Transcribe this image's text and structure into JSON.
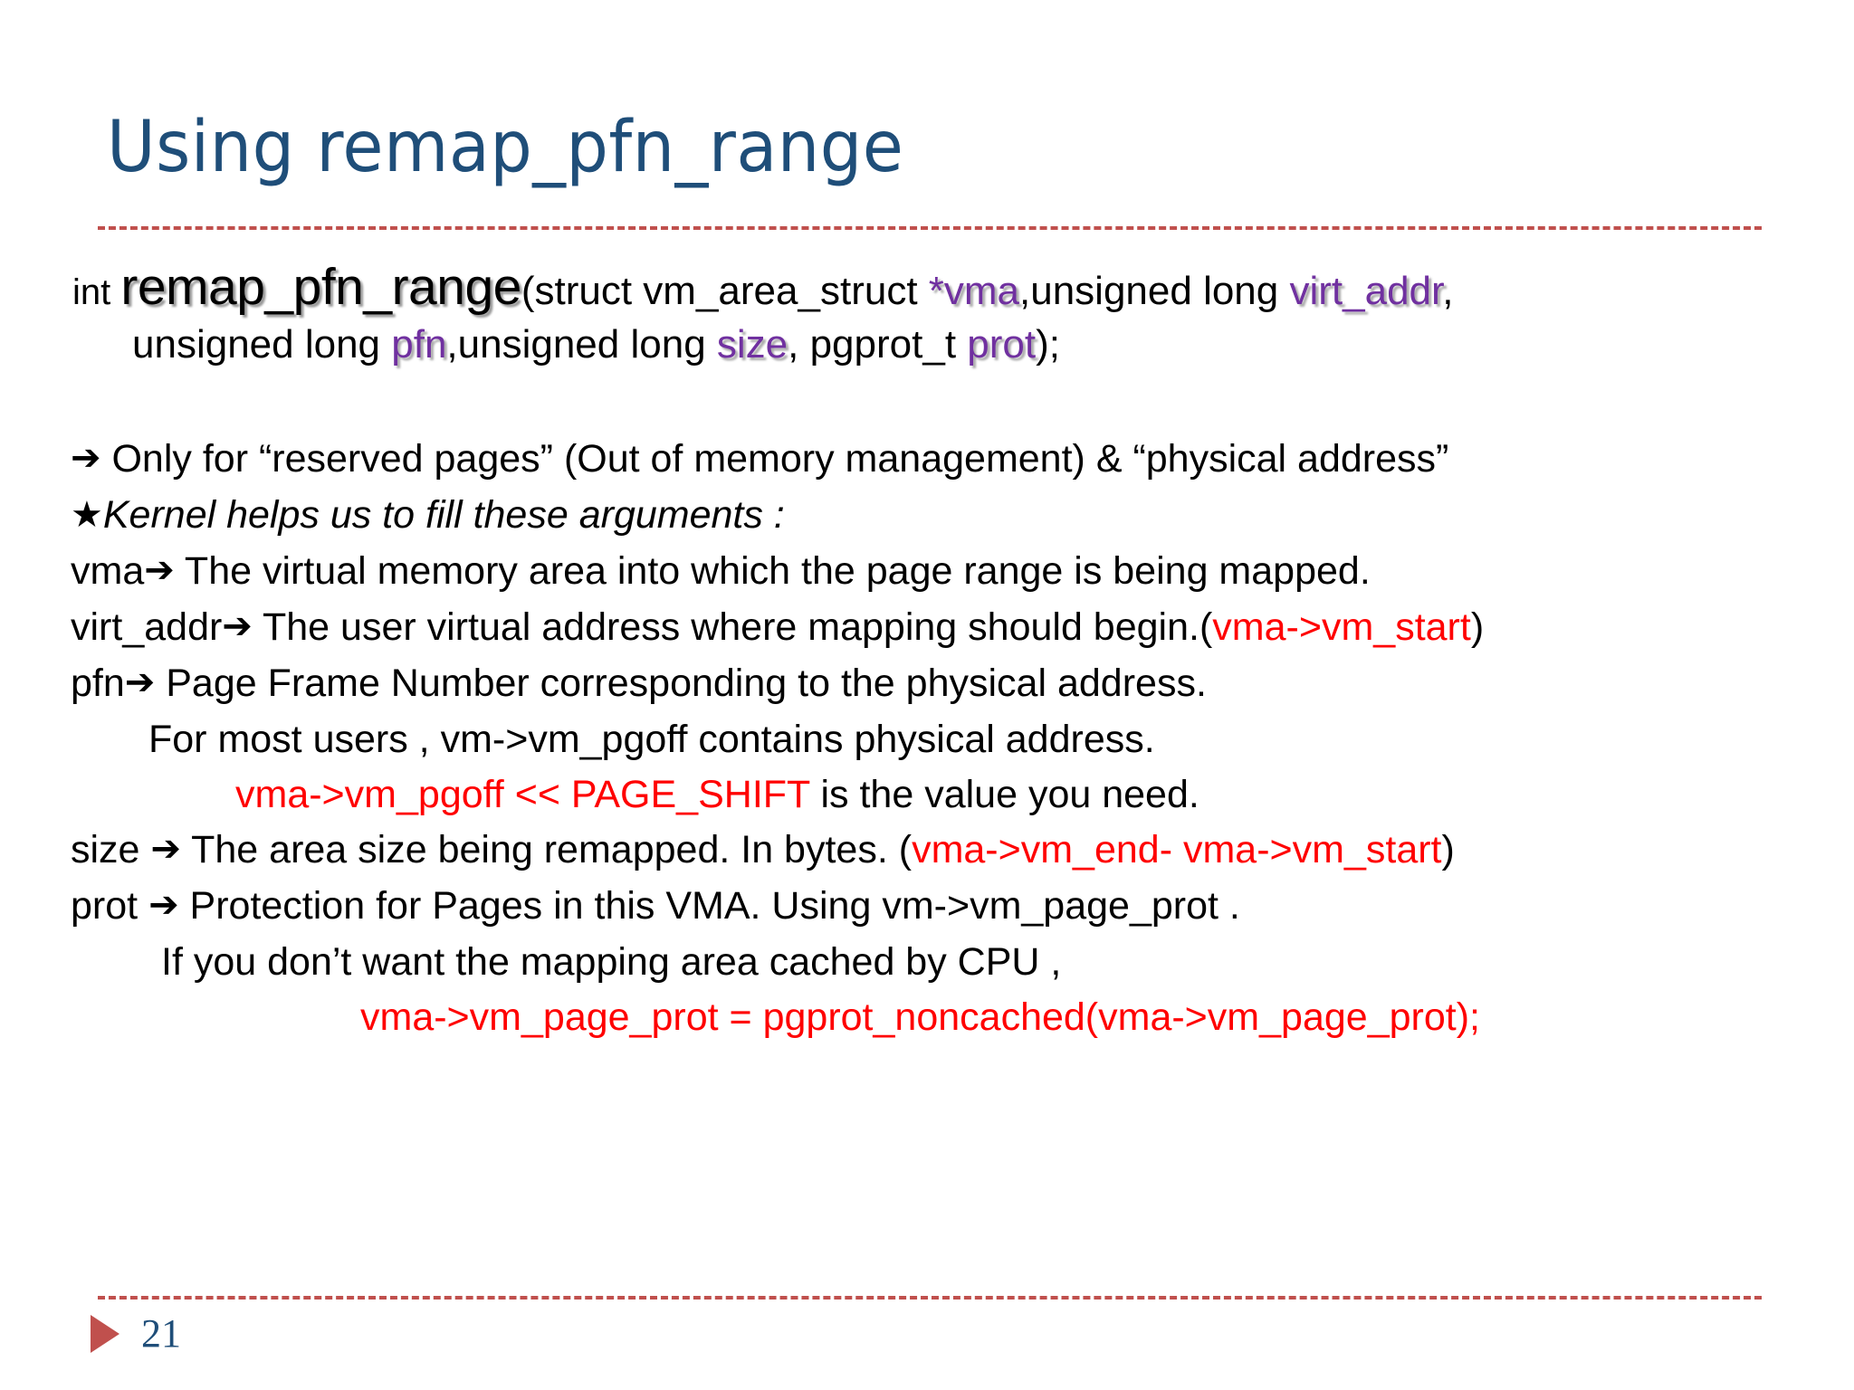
{
  "slide": {
    "title": "Using  remap_pfn_range",
    "page_number": "21",
    "accent_color": "#C0504D",
    "title_color": "#1F4E79",
    "param_color": "#7030A0",
    "code_color": "#FF0000"
  },
  "signature": {
    "return_type": "int ",
    "function_name": "remap_pfn_range",
    "open_paren": "(struct vm_area_struct ",
    "param_vma": "*vma",
    "after_vma": ",unsigned long ",
    "param_virt_addr": "virt_addr",
    "after_virt_addr": ",",
    "line2_pre_pfn": "unsigned long ",
    "param_pfn": "pfn",
    "after_pfn": ",unsigned long ",
    "param_size": "size",
    "after_size": ", pgprot_t ",
    "param_prot": "prot",
    "close_paren": ");"
  },
  "bullets": {
    "arrow_glyph": "➔",
    "star_glyph": "★",
    "reserved_pages": "Only for “reserved pages” (Out of memory management) & “physical address”",
    "kernel_helps": "Kernel helps us to fill these arguments :"
  },
  "params": {
    "vma": {
      "name": "vma",
      "desc": "The virtual memory area into which the page range is being mapped."
    },
    "virt_addr": {
      "name": "virt_addr",
      "desc_pre": "The user virtual address where mapping should begin.(",
      "code": "vma->vm_start",
      "desc_post": ")"
    },
    "pfn": {
      "name": "pfn",
      "desc": "Page Frame Number corresponding to the physical address.",
      "note": "For most users , vm->vm_pgoff contains physical address.",
      "code": "vma->vm_pgoff << PAGE_SHIFT",
      "code_tail": " is the value you need."
    },
    "size": {
      "name": "size",
      "desc_pre": "The area size being remapped. In bytes. (",
      "code": "vma->vm_end- vma->vm_start",
      "desc_post": ")"
    },
    "prot": {
      "name": "prot",
      "desc": "Protection for Pages in this VMA. Using vm->vm_page_prot .",
      "note": "If you don’t want the mapping area cached by CPU ,",
      "code": "vma->vm_page_prot = pgprot_noncached(vma->vm_page_prot);"
    }
  }
}
